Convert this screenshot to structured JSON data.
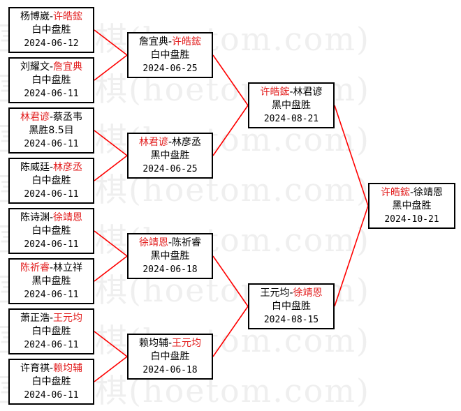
{
  "watermark": "围棋围棋(hoetom.com)",
  "colors": {
    "line": "#ff0000",
    "winner": "#e21e1e",
    "border": "#000000"
  },
  "round1": [
    {
      "a": "杨博崴",
      "b": "许皓鋐",
      "winner": "b",
      "result": "白中盘胜",
      "date": "2024-06-12"
    },
    {
      "a": "刘耀文",
      "b": "詹宜典",
      "winner": "b",
      "result": "白中盘胜",
      "date": "2024-06-11"
    },
    {
      "a": "林君谚",
      "b": "蔡丞韦",
      "winner": "a",
      "result": "黑胜8.5目",
      "date": "2024-06-11"
    },
    {
      "a": "陈威廷",
      "b": "林彦丞",
      "winner": "b",
      "result": "白中盘胜",
      "date": "2024-06-11"
    },
    {
      "a": "陈诗渊",
      "b": "徐靖恩",
      "winner": "b",
      "result": "白中盘胜",
      "date": "2024-06-11"
    },
    {
      "a": "陈祈睿",
      "b": "林立祥",
      "winner": "a",
      "result": "黑中盘胜",
      "date": "2024-06-11"
    },
    {
      "a": "萧正浩",
      "b": "王元均",
      "winner": "b",
      "result": "白中盘胜",
      "date": "2024-06-11"
    },
    {
      "a": "许育祺",
      "b": "赖均辅",
      "winner": "b",
      "result": "白中盘胜",
      "date": "2024-06-11"
    }
  ],
  "round2": [
    {
      "a": "詹宜典",
      "b": "许皓鋐",
      "winner": "b",
      "result": "白中盘胜",
      "date": "2024-06-25"
    },
    {
      "a": "林君谚",
      "b": "林彦丞",
      "winner": "a",
      "result": "黑中盘胜",
      "date": "2024-06-25"
    },
    {
      "a": "徐靖恩",
      "b": "陈祈睿",
      "winner": "a",
      "result": "黑中盘胜",
      "date": "2024-06-18"
    },
    {
      "a": "赖均辅",
      "b": "王元均",
      "winner": "b",
      "result": "白中盘胜",
      "date": "2024-06-18"
    }
  ],
  "round3": [
    {
      "a": "许皓鋐",
      "b": "林君谚",
      "winner": "a",
      "result": "黑中盘胜",
      "date": "2024-08-21"
    },
    {
      "a": "王元均",
      "b": "徐靖恩",
      "winner": "b",
      "result": "白中盘胜",
      "date": "2024-08-15"
    }
  ],
  "final": [
    {
      "a": "许皓鋐",
      "b": "徐靖恩",
      "winner": "a",
      "result": "黑中盘胜",
      "date": "2024-10-21"
    }
  ]
}
